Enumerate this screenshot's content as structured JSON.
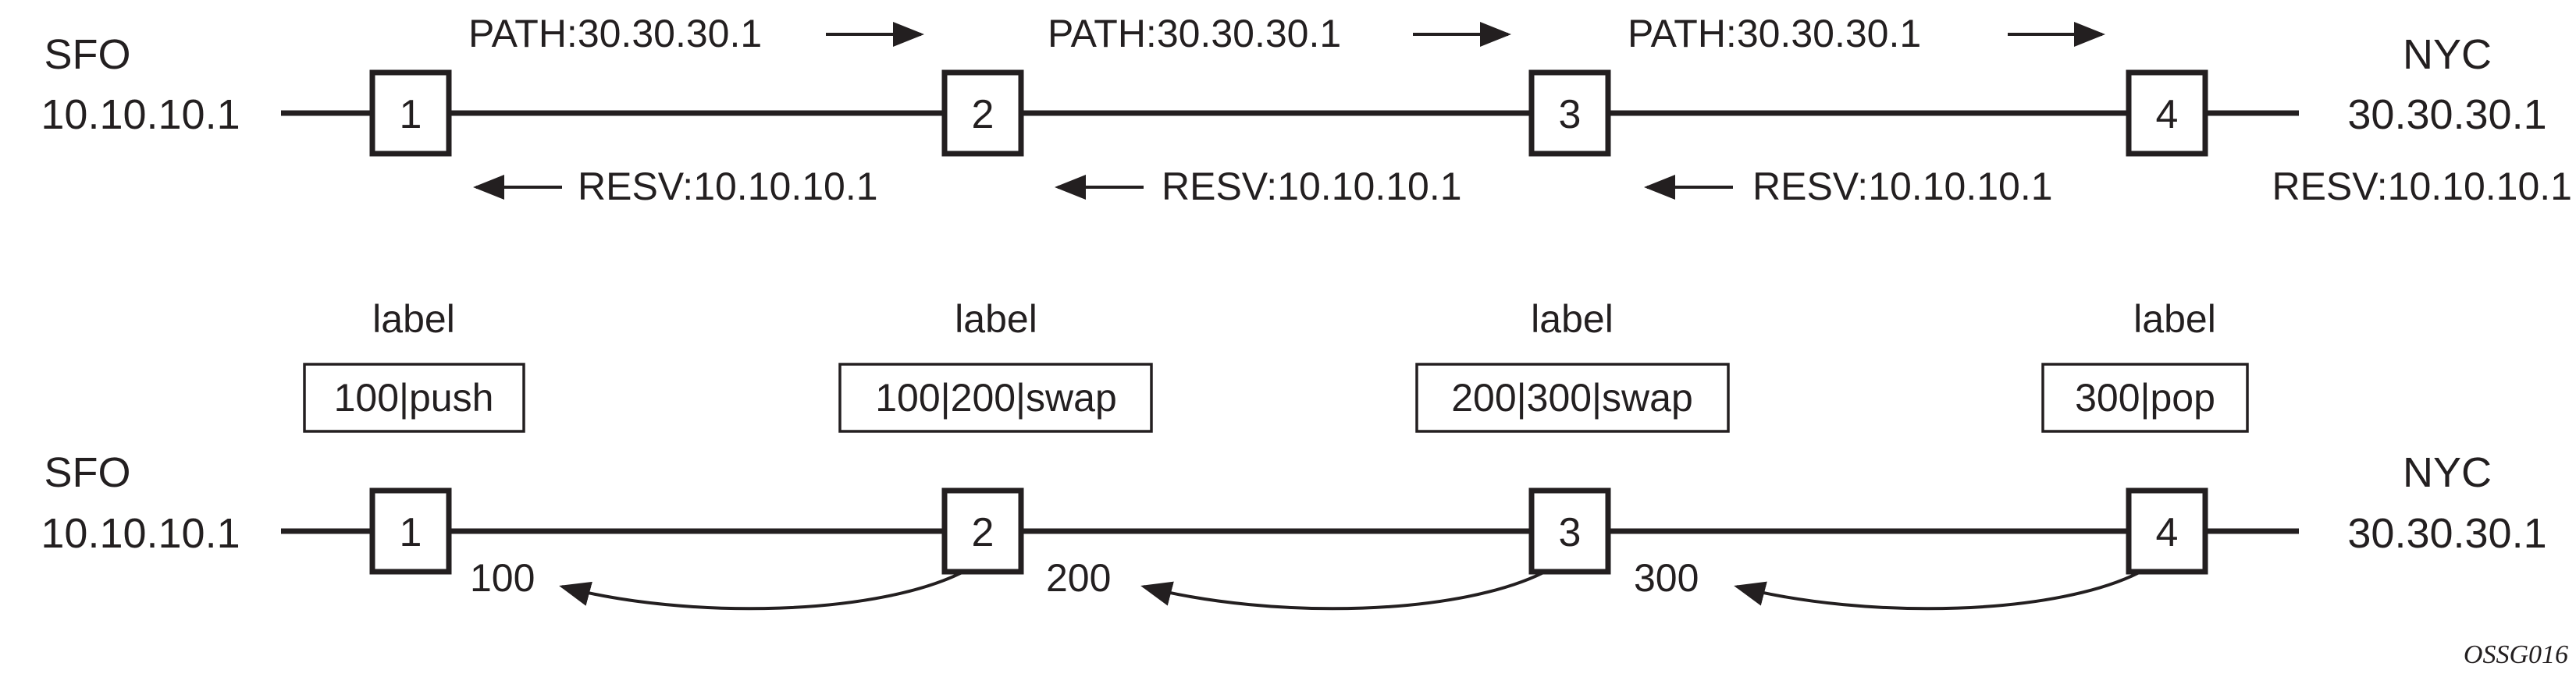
{
  "top": {
    "left_end": {
      "name": "SFO",
      "ip": "10.10.10.1"
    },
    "right_end": {
      "name": "NYC",
      "ip": "30.30.30.1"
    },
    "nodes": [
      "1",
      "2",
      "3",
      "4"
    ],
    "path_messages": [
      "PATH:30.30.30.1",
      "PATH:30.30.30.1",
      "PATH:30.30.30.1"
    ],
    "resv_messages": [
      "RESV:10.10.10.1",
      "RESV:10.10.10.1",
      "RESV:10.10.10.1",
      "RESV:10.10.10.1"
    ]
  },
  "bottom": {
    "left_end": {
      "name": "SFO",
      "ip": "10.10.10.1"
    },
    "right_end": {
      "name": "NYC",
      "ip": "30.30.30.1"
    },
    "nodes": [
      "1",
      "2",
      "3",
      "4"
    ],
    "label_headers": [
      "label",
      "label",
      "label",
      "label"
    ],
    "label_ops": [
      "100|push",
      "100|200|swap",
      "200|300|swap",
      "300|pop"
    ],
    "label_values": [
      "100",
      "200",
      "300"
    ]
  },
  "footer": {
    "figure_id": "OSSG016"
  }
}
